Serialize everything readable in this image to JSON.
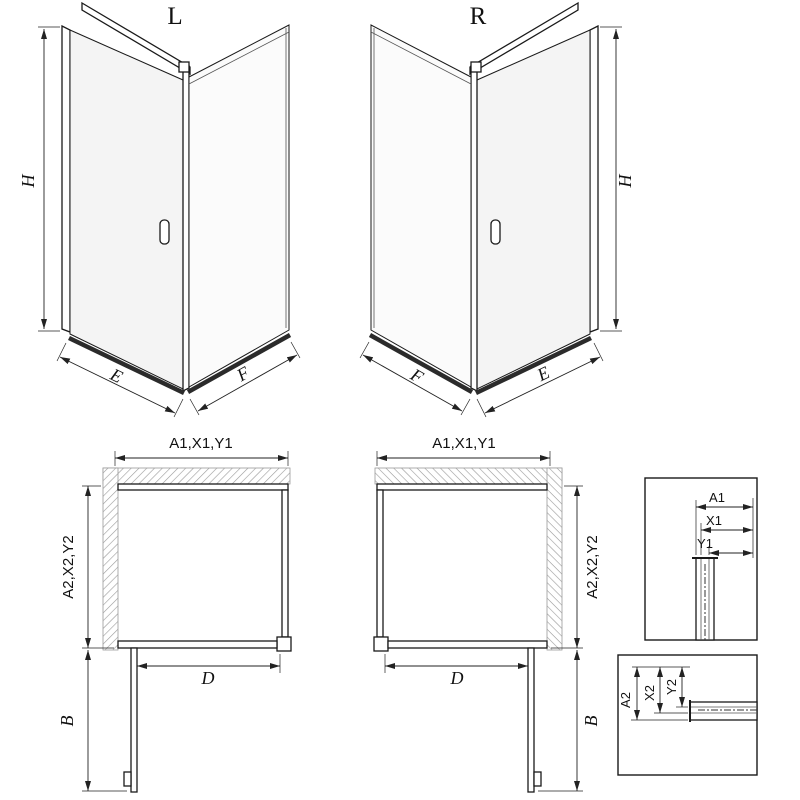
{
  "drawing": {
    "iso_left": {
      "title": "L",
      "dim_height": "H",
      "dim_door_width": "E",
      "dim_side_width": "F"
    },
    "iso_right": {
      "title": "R",
      "dim_height": "H",
      "dim_door_width": "E",
      "dim_side_width": "F"
    },
    "plan_left": {
      "dim_width_adjust": "A1,X1,Y1",
      "dim_depth_adjust": "A2,X2,Y2",
      "dim_door_opening": "D",
      "dim_door_swing": "B"
    },
    "plan_right": {
      "dim_width_adjust": "A1,X1,Y1",
      "dim_depth_adjust": "A2,X2,Y2",
      "dim_door_opening": "D",
      "dim_door_swing": "B"
    },
    "detail_width_profile": {
      "dim_outer": "A1",
      "dim_mid": "X1",
      "dim_inner": "Y1"
    },
    "detail_depth_profile": {
      "dim_outer": "A2",
      "dim_mid": "X2",
      "dim_inner": "Y2"
    }
  },
  "colors": {
    "line": "#1a1a1a",
    "dim": "#222222",
    "glass": "#f4f4f4",
    "glass_light": "#fbfbfb",
    "rail": "#2b2b2b",
    "hatch": "#9a9a9a",
    "background": "#ffffff"
  }
}
